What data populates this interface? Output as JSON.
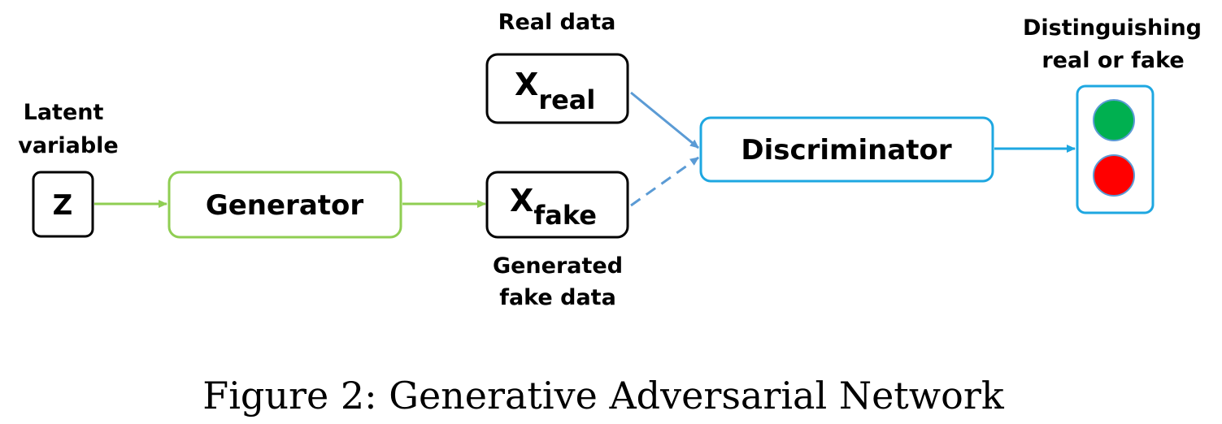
{
  "colors": {
    "generator_path": "#8fce52",
    "real_arrow": "#5b9bd5",
    "discriminator": "#1ea7e1",
    "light_green": "#00b050",
    "light_red": "#ff0000",
    "box_border": "#000000"
  },
  "labels": {
    "latent": [
      "Latent",
      "variable"
    ],
    "real_data": "Real data",
    "generated": [
      "Generated",
      "fake data"
    ],
    "distinguishing": [
      "Distinguishing",
      "real or fake"
    ]
  },
  "nodes": {
    "z": "Z",
    "generator": "Generator",
    "x_real": {
      "base": "X",
      "subscript": "real"
    },
    "x_fake": {
      "base": "X",
      "subscript": "fake"
    },
    "discriminator": "Discriminator"
  },
  "indicator": {
    "lights": [
      "green-light",
      "red-light"
    ]
  },
  "caption": "Figure 2: Generative Adversarial Network"
}
